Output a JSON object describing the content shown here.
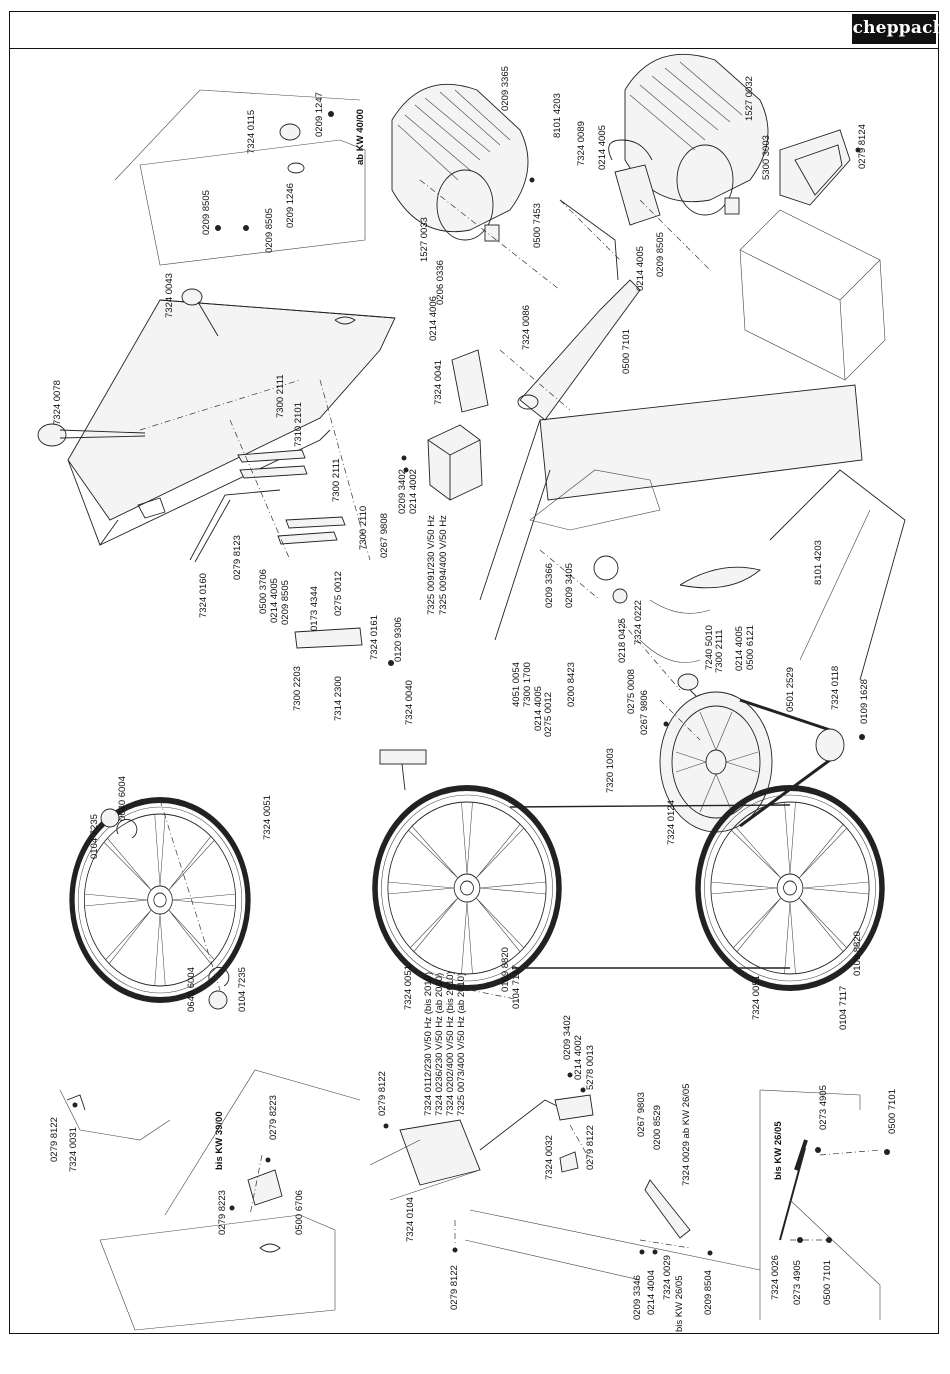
{
  "brand": {
    "logo_text": "scheppach"
  },
  "notes": {
    "ab_kw_40_00": "ab KW 40/00",
    "bis_kw_39_00": "bis KW 39/00",
    "bis_kw_26_05": "bis KW 26/05"
  },
  "labels": {
    "p0209_1247": "0209 1247",
    "p7324_0115": "7324 0115",
    "p0209_8505_a": "0209 8505",
    "p0209_8505_b": "0209 8505",
    "p0209_1246": "0209 1246",
    "p7324_0043": "7324 0043",
    "p7324_0078": "7324 0078",
    "p7300_2111_a": "7300 2111",
    "p7310_2101": "7310 2101",
    "p7300_2111_b": "7300 2111",
    "p7300_2110": "7300 2110",
    "p0267_9808": "0267 9808",
    "p7324_0160": "7324 0160",
    "p0279_8123": "0279 8123",
    "p0500_3706": "0500 3706",
    "p0214_4005_a": "0214 4005",
    "p0209_8505_c": "0209 8505",
    "p0173_4344": "0173 4344",
    "p0275_0012_a": "0275 0012",
    "p7324_0161": "7324 0161",
    "p0120_9306": "0120 9306",
    "p7300_2203": "7300 2203",
    "p7314_2300": "7314 2300",
    "p7324_0040": "7324 0040",
    "p0214_4006": "0214 4006",
    "p0206_0336": "0206 0336",
    "p7324_0041": "7324 0041",
    "p0209_3402_a": "0209 3402",
    "p0214_4002_a": "0214 4002",
    "p7325_0091": "7325 0091/230 V/50 Hz",
    "p7325_0094": "7325 0094/400 V/50 Hz",
    "p1527_0033": "1527 0033",
    "p0209_3365": "0209 3365",
    "p0500_7453": "0500 7453",
    "p8101_4203_a": "8101 4203",
    "p7324_0089": "7324 0089",
    "p0214_4005_b": "0214 4005",
    "p0209_8505_d": "0209 8505",
    "p0214_4005_c": "0214 4005",
    "p0500_7101_a": "0500 7101",
    "p7324_0086": "7324 0086",
    "p1527_0032": "1527 0032",
    "p5300_3003": "5300 3003",
    "p0279_8124": "0279 8124",
    "p0209_3366": "0209 3366",
    "p0209_3405": "0209 3405",
    "p0218_0425": "0218 0425",
    "p7324_0222": "7324 0222",
    "p7240_5010": "7240 5010",
    "p7300_2111_c": "7300 2111",
    "p0214_4005_d": "0214 4005",
    "p0500_6121": "0500 6121",
    "p8101_4203_b": "8101 4203",
    "p4051_0054": "4051 0054",
    "p7300_1700": "7300 1700",
    "p0214_4005_e": "0214 4005",
    "p0275_0012_b": "0275 0012",
    "p0200_8423": "0200 8423",
    "p0275_0008": "0275 0008",
    "p0267_9806": "0267 9806",
    "p0501_2529": "0501 2529",
    "p7324_0118": "7324 0118",
    "p0109_1628": "0109 1628",
    "p7320_1003": "7320 1003",
    "p7324_0124": "7324 0124",
    "p7324_0051_a": "7324 0051",
    "p0640_6004_a": "0640 6004",
    "p0104_7235_a": "0104 7235",
    "p0640_6004_b": "0640 6004",
    "p0104_7235_b": "0104 7235",
    "p7324_0051_b": "7324 0051",
    "p0109_8820_a": "0109 8820",
    "p0104_7117_a": "0104 7117",
    "p7324_0051_c": "7324 0051",
    "p0104_7117_b": "0104 7117",
    "p0109_8820_b": "0109 8820",
    "motor_list": [
      "7324 0112/230 V/50 Hz (bis 2010)",
      "7324 0236/230 V/50 Hz (ab 2010)",
      "7324 0202/400 V/50 Hz (bis 2010)",
      "7325 0073/400 V/50 Hz (ab 2010)"
    ],
    "p0279_8122_a": "0279 8122",
    "p0209_3402_b": "0209 3402",
    "p0214_4002_b": "0214 4002",
    "p5278_0013": "5278 0013",
    "p7324_0104": "7324 0104",
    "p0279_8122_b": "0279 8122",
    "p7324_0032": "7324 0032",
    "p0279_8122_c": "0279 8122",
    "p0267_9803": "0267 9803",
    "p0200_8529": "0200 8529",
    "p7324_0029_ab": "7324 0029 ab KW 26/05",
    "p0209_3346": "0209 3346",
    "p0214_4004": "0214 4004",
    "p7324_0029_bis": "7324 0029",
    "bis_kw_26_05_b": "bis KW 26/05",
    "p0209_8504": "0209 8504",
    "p0279_8122_d": "0279 8122",
    "p7324_0031": "7324 0031",
    "p0279_8223_a": "0279 8223",
    "p0279_8223_b": "0279 8223",
    "p0500_6706": "0500 6706",
    "p7324_0026": "7324 0026",
    "p0273_4905_a": "0273 4905",
    "p0273_4905_b": "0273 4905",
    "p0500_7101_b": "0500 7101",
    "p0500_7101_c": "0500 7101"
  }
}
